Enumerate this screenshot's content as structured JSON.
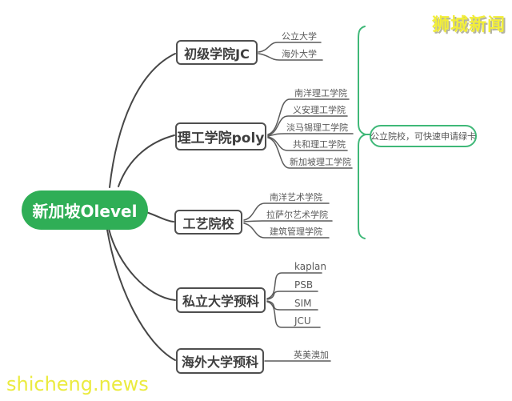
{
  "root": {
    "label": "新加坡Olevel"
  },
  "branches": [
    {
      "label": "初级学院JC",
      "children": [
        "公立大学",
        "海外大学"
      ]
    },
    {
      "label": "理工学院poly",
      "children": [
        "南洋理工学院",
        "义安理工学院",
        "淡马锡理工学院",
        "共和理工学院",
        "新加坡理工学院"
      ]
    },
    {
      "label": "工艺院校",
      "children": [
        "南洋艺术学院",
        "拉萨尔艺术学院",
        "建筑管理学院"
      ]
    },
    {
      "label": "私立大学预科",
      "children": [
        "kaplan",
        "PSB",
        "SIM",
        "JCU"
      ]
    },
    {
      "label": "海外大学预科",
      "children": [
        "英美澳加"
      ]
    }
  ],
  "annotation": {
    "label": "公立院校，可快速申请绿卡"
  },
  "watermarks": {
    "logo": "狮城新闻",
    "site": "shicheng.news"
  },
  "colors": {
    "root_green": "#2fae56",
    "brace_green": "#3fb878",
    "line_gray": "#464646",
    "box_border": "#4f4f4f",
    "node_text": "#3e3e3e",
    "child_text": "#5a5a5a",
    "logo_yellow": "#f2ee38",
    "site_yellow": "#ebeb40"
  }
}
